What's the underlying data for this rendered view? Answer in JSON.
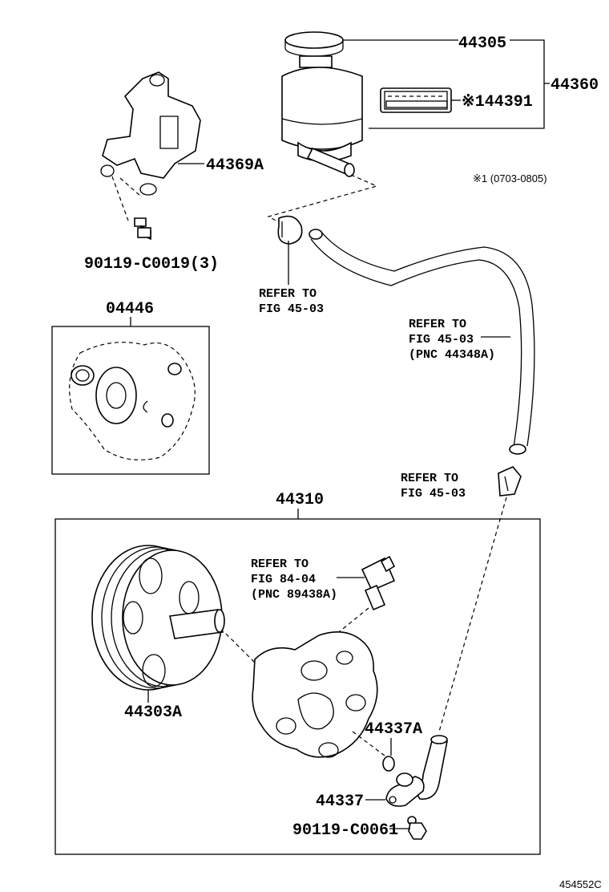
{
  "parts": {
    "reservoir_cap": "44305",
    "reservoir_assy": "44360",
    "label_note": "※144391",
    "bracket": "44369A",
    "bolt_bracket": "90119-C0019(3)",
    "gasket_kit": "04446",
    "pump_assy": "44310",
    "pulley": "44303A",
    "o_ring": "44337A",
    "union": "44337",
    "bolt_union": "90119-C0061"
  },
  "references": {
    "clamp_upper": {
      "line1": "REFER TO",
      "line2": "FIG 45-03"
    },
    "hose": {
      "line1": "REFER TO",
      "line2": "FIG 45-03",
      "line3": "(PNC 44348A)"
    },
    "clamp_lower": {
      "line1": "REFER TO",
      "line2": "FIG 45-03"
    },
    "switch": {
      "line1": "REFER TO",
      "line2": "FIG 84-04",
      "line3": "(PNC 89438A)"
    }
  },
  "footnote": "※1 (0703-0805)",
  "figure_id": "454552C"
}
